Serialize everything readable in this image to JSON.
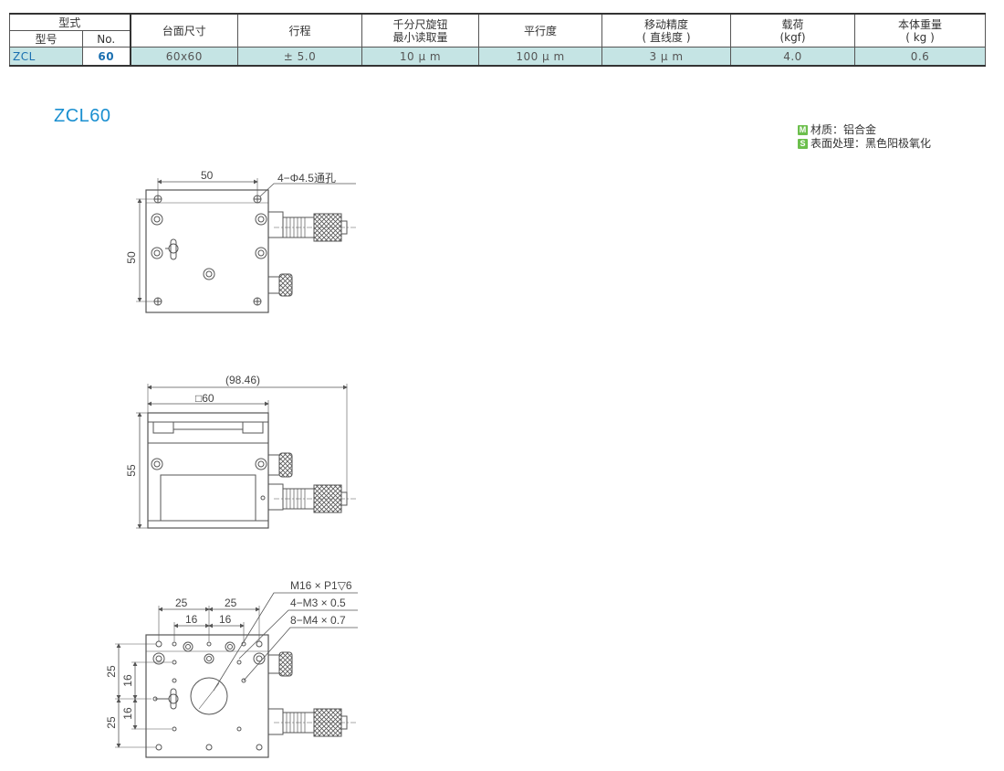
{
  "table": {
    "header": {
      "type_group": "型式",
      "model_label": "型号",
      "no_label": "No.",
      "table_size": "台面尺寸",
      "stroke": "行程",
      "micrometer_l1": "千分尺旋钮",
      "micrometer_l2": "最小读取量",
      "parallelism": "平行度",
      "accuracy_l1": "移动精度",
      "accuracy_l2": "( 直线度 )",
      "load_l1": "载荷",
      "load_l2": "(kgf)",
      "weight_l1": "本体重量",
      "weight_l2": "( kg )"
    },
    "row": {
      "model": "ZCL",
      "no": "60",
      "table_size": "60x60",
      "stroke": "± 5.0",
      "micrometer": "10 μ m",
      "parallelism": "100 μ m",
      "accuracy": "3 μ m",
      "load": "4.0",
      "weight": "0.6"
    }
  },
  "title": "ZCL60",
  "legend": {
    "material_badge": "M",
    "material": "材质：铝合金",
    "surface_badge": "S",
    "surface": "表面处理：黑色阳极氧化"
  },
  "top_view": {
    "dim_width": "50",
    "dim_height": "50",
    "hole_note": "4−Φ4.5通孔"
  },
  "front_view": {
    "dim_overall": "(98.46)",
    "dim_square": "□60",
    "dim_height": "55"
  },
  "bottom_view": {
    "tap_note_1": "M16 × P1▽6",
    "tap_note_2": "4−M3 × 0.5",
    "tap_note_3": "8−M4 × 0.7",
    "dim_25a": "25",
    "dim_25b": "25",
    "dim_16a": "16",
    "dim_16b": "16",
    "dim_v25a": "25",
    "dim_v16a": "16",
    "dim_v16b": "16",
    "dim_v25b": "25"
  },
  "colors": {
    "accent": "#1a8fd0",
    "row_fill": "#c5e4e4",
    "badge": "#6cbf4c",
    "line": "#555555"
  }
}
